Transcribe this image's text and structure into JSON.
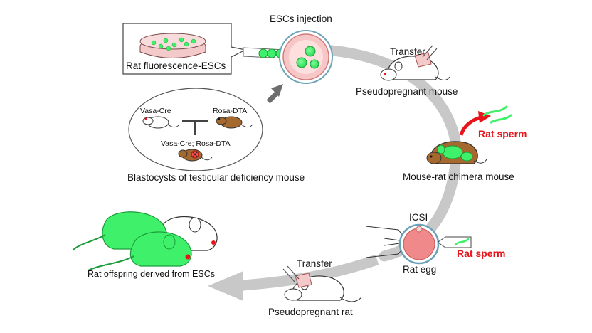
{
  "labels": {
    "escs_injection": "ESCs injection",
    "rat_fluorescence_escs": "Rat fluorescence-ESCs",
    "transfer_top": "Transfer",
    "pseudopregnant_mouse": "Pseudopregnant mouse",
    "vasa_cre": "Vasa-Cre",
    "rosa_dta": "Rosa-DTA",
    "vasa_cre_rosa_dta": "Vasa-Cre; Rosa-DTA",
    "blastocysts": "Blastocysts of testicular deficiency mouse",
    "rat_sperm_top": "Rat sperm",
    "chimera_mouse": "Mouse-rat chimera mouse",
    "icsi": "ICSI",
    "rat_sperm_bottom": "Rat sperm",
    "rat_egg": "Rat egg",
    "transfer_bottom": "Transfer",
    "pseudopregnant_rat": "Pseudopregnant rat",
    "rat_offspring": "Rat offspring derived from ESCs"
  },
  "colors": {
    "cycle_arrow": "#c8c8c8",
    "gfp_green": "#3ff06a",
    "sperm_red": "#e8141b",
    "dish_pink": "#f4c9c9",
    "egg_pink": "#f08a8a",
    "mouse_brown": "#a5682f",
    "pointer_arrow": "#6d6d6d"
  }
}
